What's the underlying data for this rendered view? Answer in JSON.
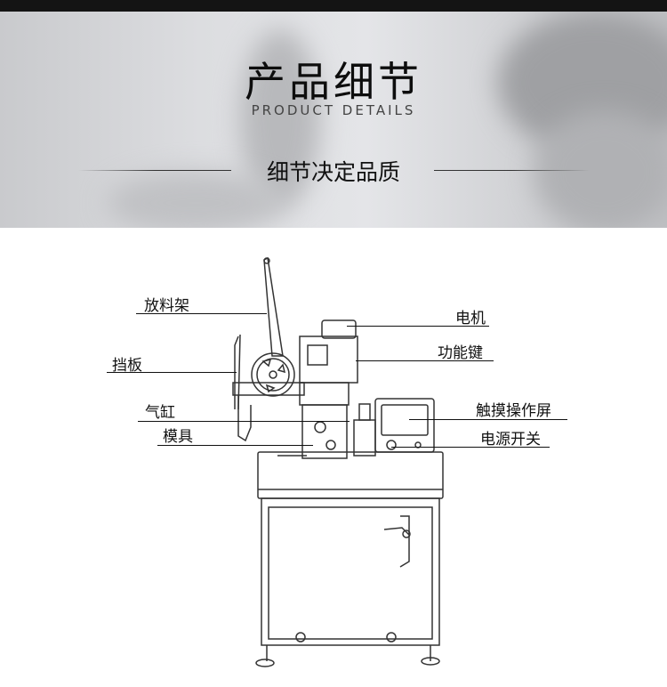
{
  "header": {
    "title": "产品细节",
    "subtitle": "PRODUCT DETAILS",
    "slogan": "细节决定品质"
  },
  "labels": {
    "left": [
      "放料架",
      "挡板",
      "气缸",
      "模具"
    ],
    "right": [
      "电机",
      "功能键",
      "触摸操作屏",
      "电源开关"
    ]
  }
}
